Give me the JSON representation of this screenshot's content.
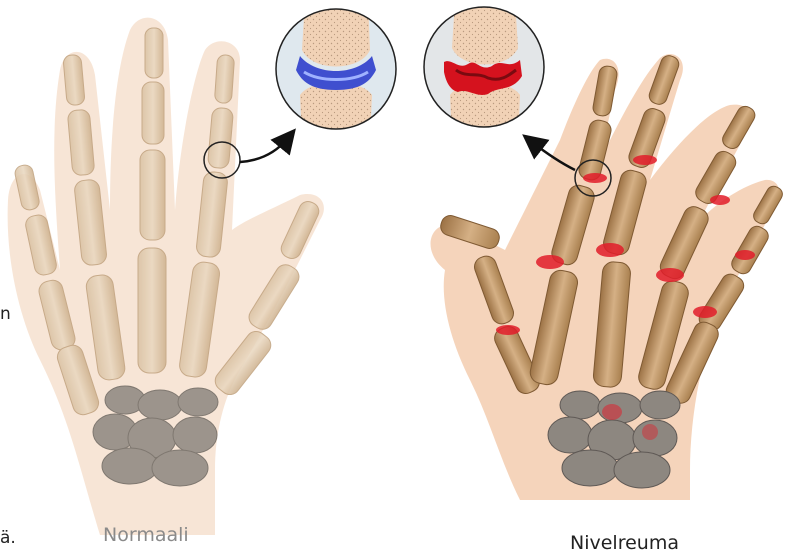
{
  "labels": {
    "normal": "Normaali",
    "rheumatoid": "Nivelreuma"
  },
  "edge_fragments": [
    "n",
    "ä."
  ],
  "icons": {
    "normal_hand": "normal-hand-skeleton-illustration",
    "ra_hand": "rheumatoid-hand-skeleton-illustration",
    "normal_joint": "healthy-joint-magnified",
    "ra_joint": "inflamed-joint-magnified"
  },
  "colors": {
    "skin_normal": "#f4dcc6",
    "skin_ra": "#f2c7a7",
    "bone": "#c9a57a",
    "bone_dark": "#a07a4f",
    "carpal": "#8d8780",
    "cartilage_healthy": "#3f4fcf",
    "inflammation": "#e21d2a"
  }
}
